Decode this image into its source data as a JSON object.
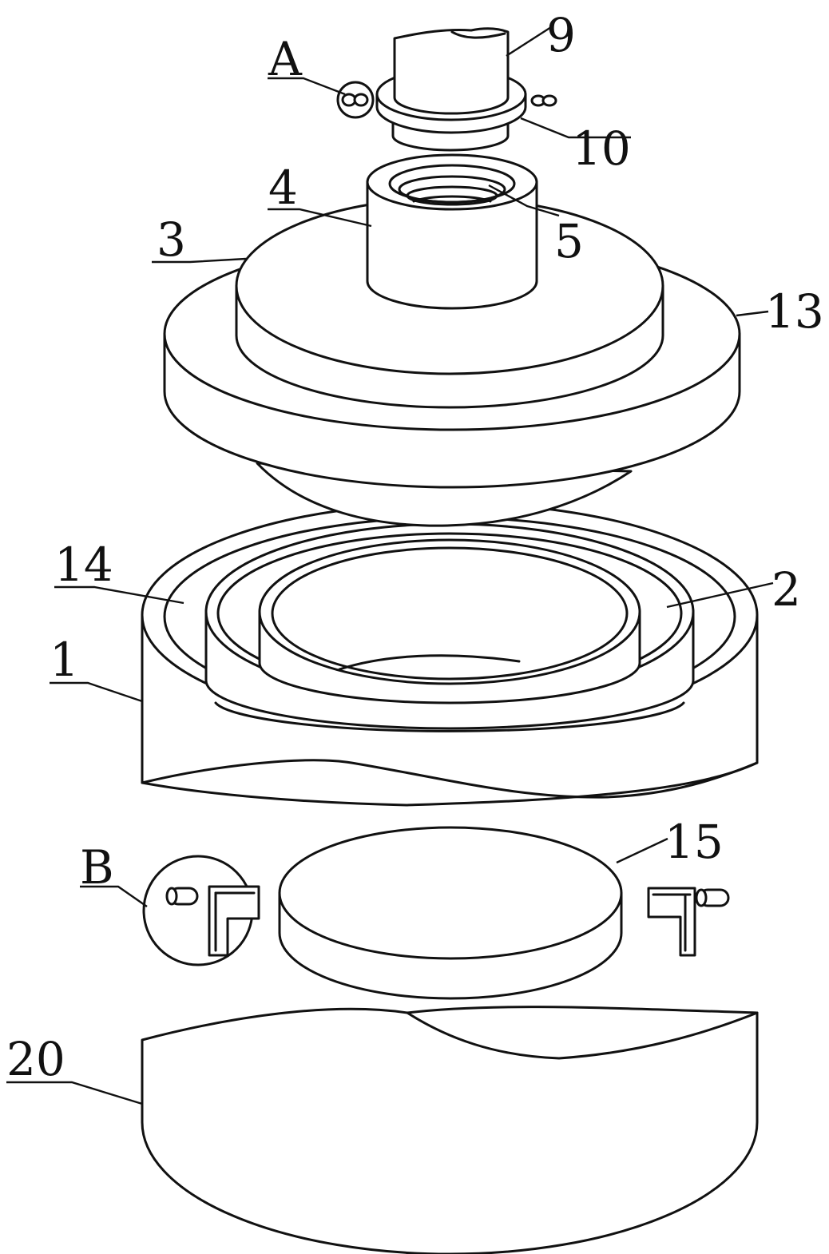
{
  "labels": {
    "a": "A",
    "b": "B",
    "n1": "1",
    "n2": "2",
    "n3": "3",
    "n4": "4",
    "n5": "5",
    "n9": "9",
    "n10": "10",
    "n13": "13",
    "n14": "14",
    "n15": "15",
    "n20": "20"
  }
}
